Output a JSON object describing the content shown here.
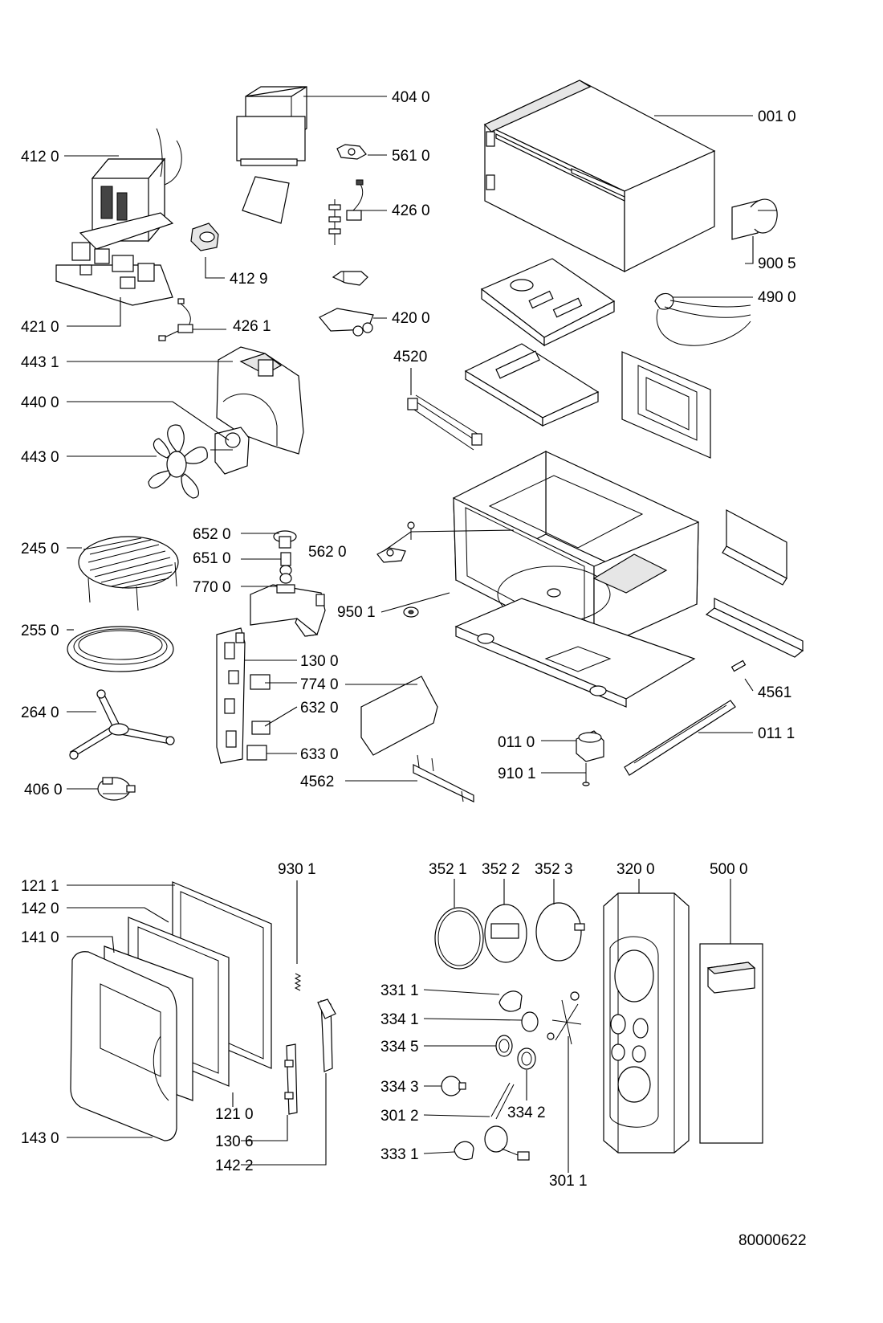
{
  "document_number": "80000622",
  "labels": {
    "l4040": "404 0",
    "l0010": "001 0",
    "l4120": "412 0",
    "l5610": "561 0",
    "l4260": "426 0",
    "l9005": "900 5",
    "l4129": "412 9",
    "l4900": "490 0",
    "l4210": "421 0",
    "l4261": "426 1",
    "l4200": "420 0",
    "l4520": "4520",
    "l4431": "443 1",
    "l4400": "440 0",
    "l4430": "443 0",
    "l6520": "652 0",
    "l2450": "245 0",
    "l6510": "651 0",
    "l5620": "562 0",
    "l7700": "770 0",
    "l9501": "950 1",
    "l2550": "255 0",
    "l1300": "130 0",
    "l7740": "774 0",
    "l6320": "632 0",
    "l4561": "4561",
    "l2640": "264 0",
    "l0110": "011 0",
    "l0111": "011 1",
    "l6330": "633 0",
    "l9101": "910 1",
    "l4060": "406 0",
    "l4562": "4562",
    "l9301": "930 1",
    "l3521": "352 1",
    "l3522": "352 2",
    "l3523": "352 3",
    "l3200": "320 0",
    "l5000": "500 0",
    "l1211": "121 1",
    "l1420": "142 0",
    "l1410": "141 0",
    "l3311": "331 1",
    "l3341": "334 1",
    "l3345": "334 5",
    "l3343": "334 3",
    "l3342": "334 2",
    "l3012": "301 2",
    "l1210": "121 0",
    "l1430": "143 0",
    "l1306": "130 6",
    "l3331": "333 1",
    "l1422": "142 2",
    "l3011": "301 1"
  }
}
